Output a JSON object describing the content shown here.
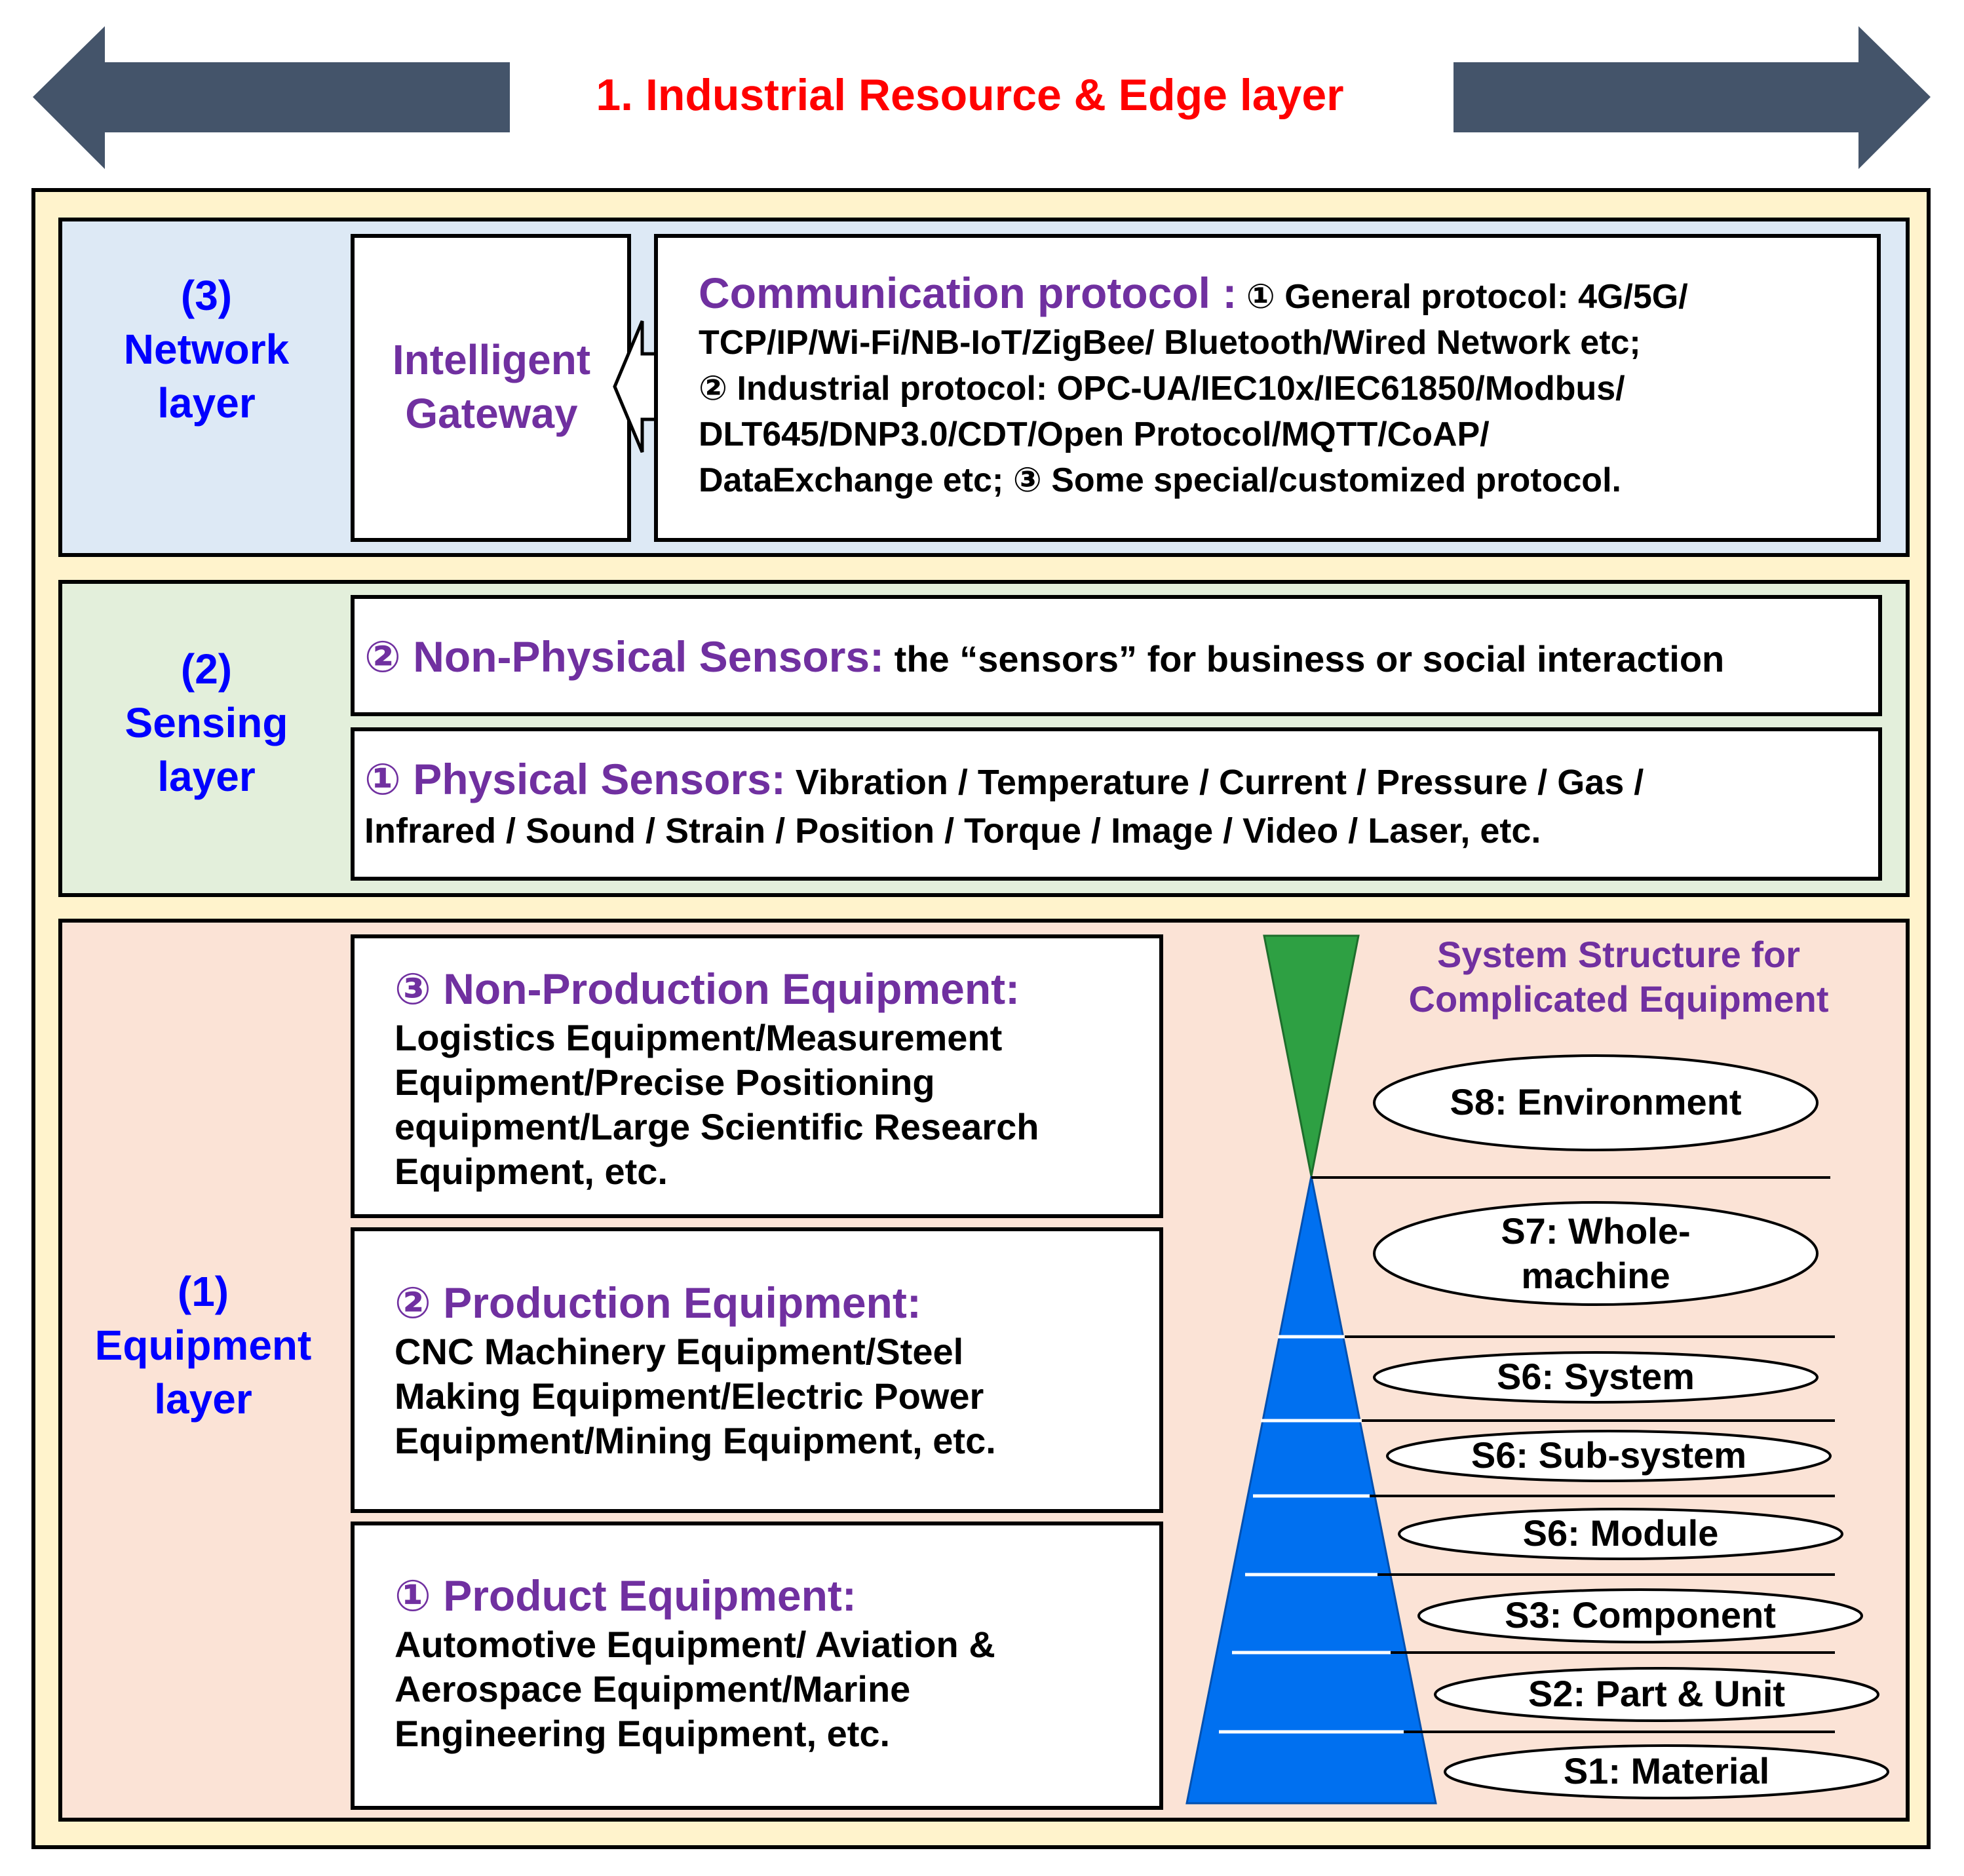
{
  "header": {
    "title": "1. Industrial Resource & Edge layer",
    "arrow_color": "#44546a",
    "title_color": "#ff0000"
  },
  "network_layer": {
    "label_lines": [
      "(3)",
      "Network",
      "layer"
    ],
    "gateway_lines": [
      "Intelligent",
      "Gateway"
    ],
    "protocol": {
      "heading": "Communication protocol :",
      "lines": [
        "① General protocol: 4G/5G/",
        "TCP/IP/Wi-Fi/NB-IoT/ZigBee/ Bluetooth/Wired Network etc;",
        "② Industrial protocol: OPC-UA/IEC10x/IEC61850/Modbus/",
        "DLT645/DNP3.0/CDT/Open Protocol/MQTT/CoAP/",
        "DataExchange etc; ③ Some special/customized protocol."
      ]
    },
    "background": "#dde9f5"
  },
  "sensing_layer": {
    "label_lines": [
      "(2)",
      "Sensing",
      "layer"
    ],
    "non_physical": {
      "heading": "② Non-Physical Sensors:",
      "text": "the “sensors” for business or social interaction"
    },
    "physical": {
      "heading": "① Physical Sensors:",
      "text_line1": "Vibration / Temperature / Current / Pressure / Gas /",
      "text_line2": "Infrared / Sound / Strain / Position / Torque / Image / Video / Laser, etc."
    },
    "background": "#e3efdb"
  },
  "equipment_layer": {
    "label_lines": [
      "(1)",
      "Equipment",
      "layer"
    ],
    "non_production": {
      "heading": "③ Non-Production Equipment:",
      "lines": [
        "Logistics Equipment/Measurement",
        "Equipment/Precise Positioning",
        "equipment/Large Scientific Research",
        "Equipment, etc."
      ]
    },
    "production": {
      "heading": "② Production Equipment:",
      "lines": [
        "CNC Machinery Equipment/Steel",
        "Making Equipment/Electric Power",
        "Equipment/Mining Equipment, etc."
      ]
    },
    "product": {
      "heading": "① Product Equipment:",
      "lines": [
        "Automotive Equipment/ Aviation &",
        "Aerospace Equipment/Marine",
        "Engineering Equipment, etc."
      ]
    },
    "system_structure": {
      "title_lines": [
        "System Structure for",
        "Complicated Equipment"
      ],
      "levels": [
        {
          "label_lines": [
            "S8: Environment"
          ]
        },
        {
          "label_lines": [
            "S7: Whole-",
            "machine"
          ]
        },
        {
          "label_lines": [
            "S6: System"
          ]
        },
        {
          "label_lines": [
            "S6: Sub-system"
          ]
        },
        {
          "label_lines": [
            "S6: Module"
          ]
        },
        {
          "label_lines": [
            "S3: Component"
          ]
        },
        {
          "label_lines": [
            "S2: Part & Unit"
          ]
        },
        {
          "label_lines": [
            "S1: Material"
          ]
        }
      ],
      "top_triangle_color": "#2ea043",
      "bottom_triangle_color": "#0070f0"
    },
    "background": "#fbe3d6"
  },
  "outer_background": "#fff3cc",
  "accent_purple": "#7030a0",
  "label_blue": "#0000ff"
}
